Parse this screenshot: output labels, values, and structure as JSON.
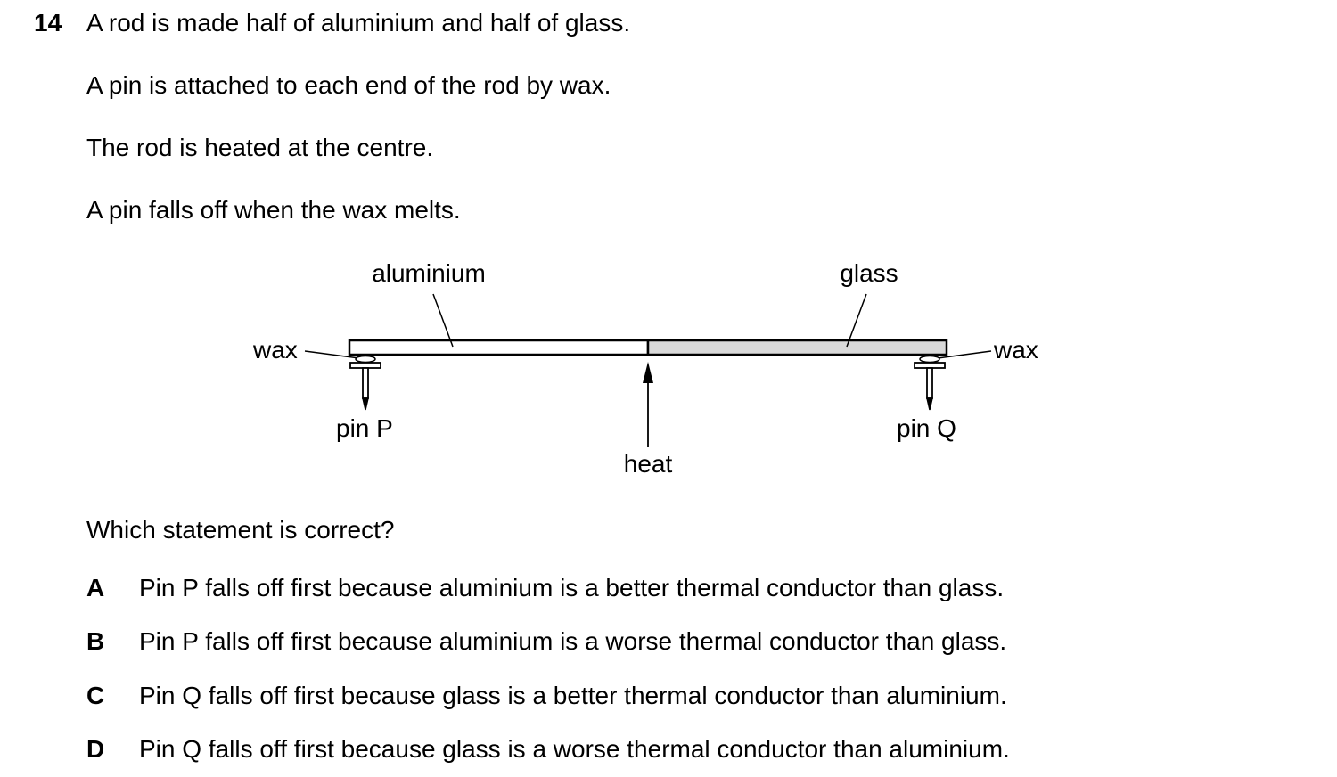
{
  "question": {
    "number": "14",
    "lines": [
      "A rod is made half of aluminium and half of glass.",
      "A pin is attached to each end of the rod by wax.",
      "The rod is heated at the centre.",
      "A pin falls off when the wax melts."
    ],
    "prompt": "Which statement is correct?"
  },
  "diagram": {
    "label_aluminium": "aluminium",
    "label_glass": "glass",
    "label_wax_left": "wax",
    "label_wax_right": "wax",
    "label_pin_p": "pin P",
    "label_pin_q": "pin Q",
    "label_heat": "heat",
    "colors": {
      "aluminium": "#ffffff",
      "glass": "#d9d9d9",
      "stroke": "#000000"
    }
  },
  "options": [
    {
      "letter": "A",
      "text": "Pin P falls off first because aluminium is a better thermal conductor than glass."
    },
    {
      "letter": "B",
      "text": "Pin P falls off first because aluminium is a worse thermal conductor than glass."
    },
    {
      "letter": "C",
      "text": "Pin Q falls off first because glass is a better thermal conductor than aluminium."
    },
    {
      "letter": "D",
      "text": "Pin Q falls off first because glass is a worse thermal conductor than aluminium."
    }
  ]
}
